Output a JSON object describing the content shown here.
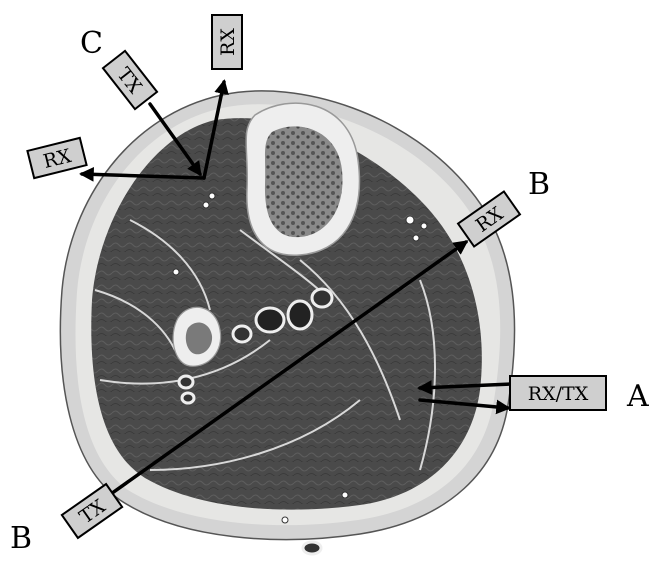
{
  "figure": {
    "labels": {
      "c": "C",
      "b_top": "B",
      "b_bottom": "B",
      "a": "A"
    },
    "boxes": {
      "rx_top": "RX",
      "tx_c": "TX",
      "rx_left": "RX",
      "rx_b": "RX",
      "rxtx_a": "RX/TX",
      "tx_b": "TX"
    },
    "colors": {
      "skin": "#d4d4d4",
      "fat": "#e6e6e4",
      "muscle": "#4a4a4a",
      "bone_cortex": "#eeeeee",
      "marrow": "#6a6a6a",
      "box_fill": "#cfcfcf",
      "ink": "#000000"
    }
  }
}
